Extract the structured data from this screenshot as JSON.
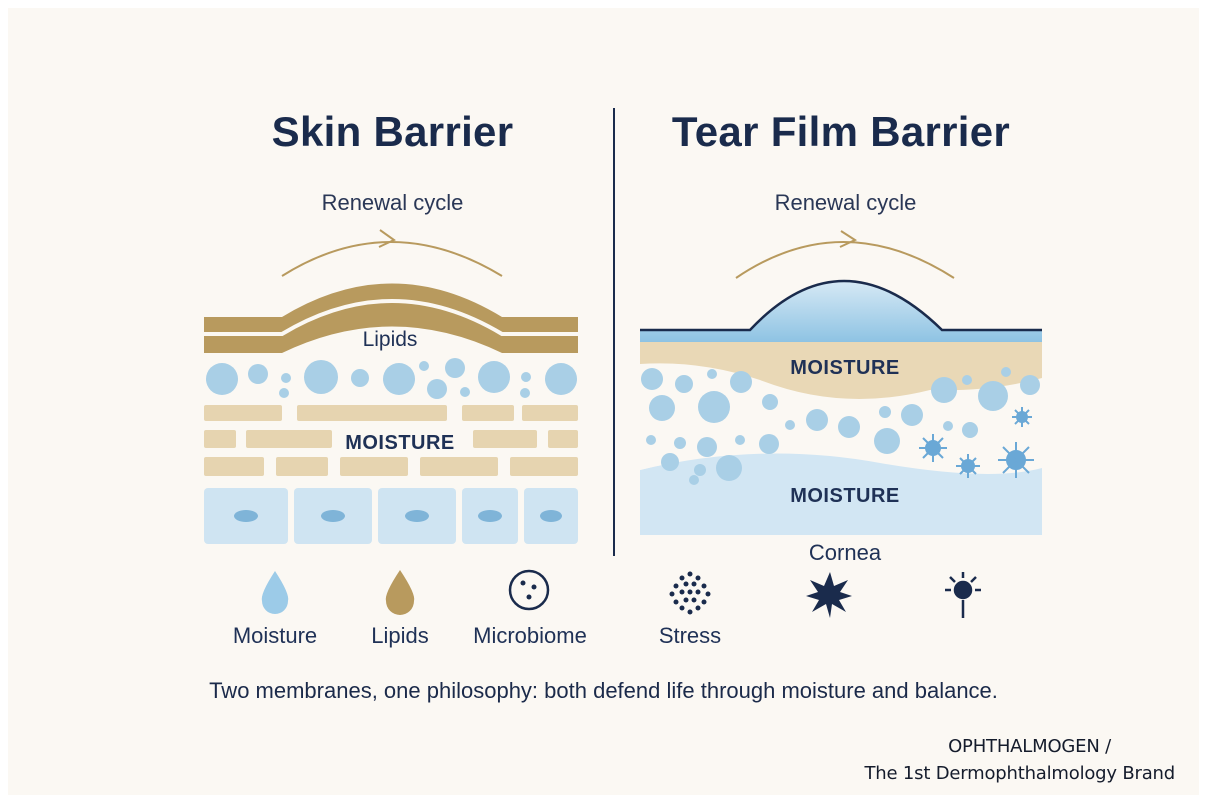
{
  "skin": {
    "title": "Skin Barrier",
    "renewal": "Renewal cycle",
    "lipids_label": "Lipids",
    "moisture_label": "MOISTURE"
  },
  "tear": {
    "title": "Tear Film Barrier",
    "renewal": "Renewal cycle",
    "moisture_top": "MOISTURE",
    "moisture_bottom": "MOISTURE",
    "cornea_label": "Cornea"
  },
  "legend": [
    {
      "label": "Moisture",
      "icon": "water-drop-icon"
    },
    {
      "label": "Lipids",
      "icon": "lipid-drop-icon"
    },
    {
      "label": "Microbiome",
      "icon": "microbiome-icon"
    },
    {
      "label": "Stress",
      "icon": "stress-dots-icon"
    },
    {
      "label": "",
      "icon": "star-burst-icon"
    },
    {
      "label": "",
      "icon": "sun-burst-icon"
    }
  ],
  "tagline": "Two membranes, one philosophy: both defend life through moisture and balance.",
  "brand": {
    "line1": "OPHTHALMOGEN /",
    "line2": "The 1st Dermophthalmology Brand"
  },
  "colors": {
    "navy": "#1a2b4c",
    "lipid_gold": "#b89a5e",
    "tan": "#e6d4b0",
    "light_blue": "#a9cfe6",
    "blue": "#7fb4d8",
    "cream": "#fbf8f3"
  }
}
